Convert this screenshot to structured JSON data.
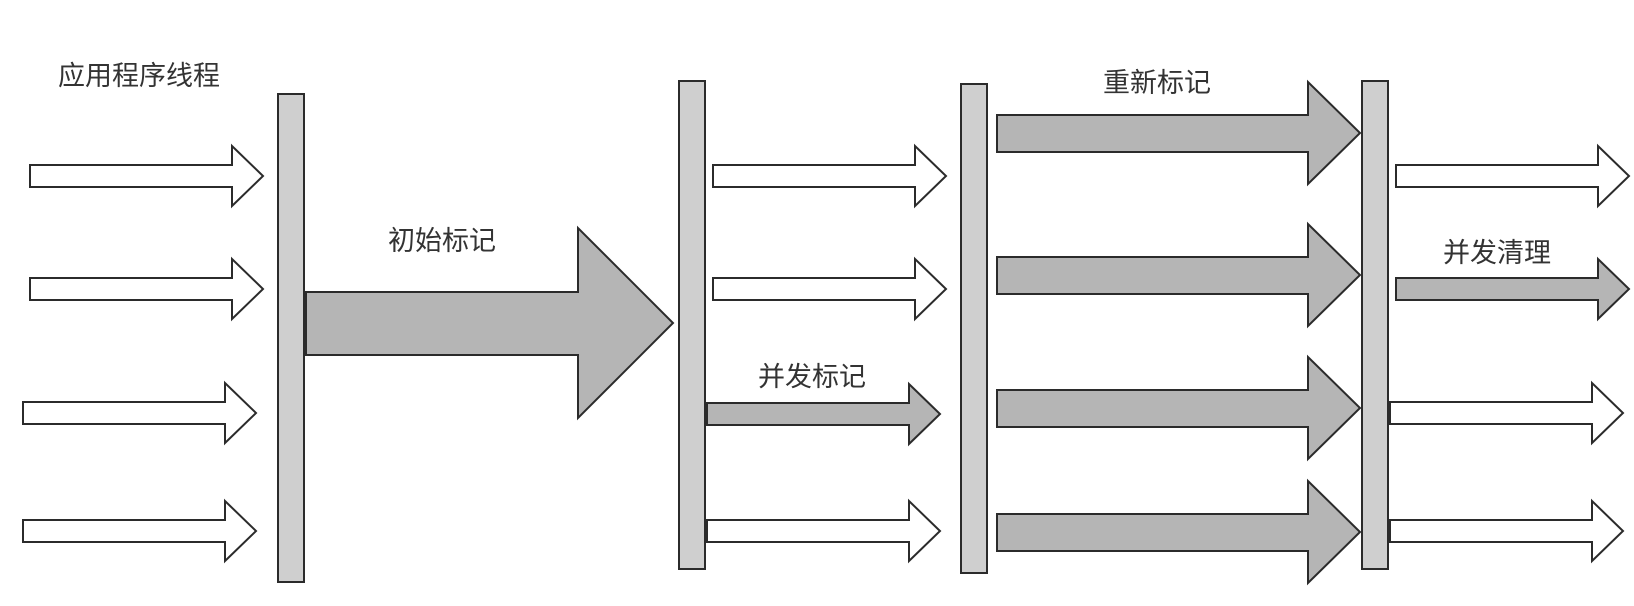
{
  "labels": {
    "app_threads": "应用程序线程",
    "initial_mark": "初始标记",
    "concurrent_mark": "并发标记",
    "remark": "重新标记",
    "concurrent_sweep": "并发清理"
  },
  "colors": {
    "bar_fill": "#cfcfcf",
    "gray_arrow_fill": "#b5b5b5",
    "white_arrow_fill": "#ffffff",
    "outline": "#2b2b2b",
    "text": "#333333"
  },
  "phases": [
    {
      "label_key": "app_threads",
      "kind": "app-thread",
      "arrow_style": "white",
      "thread_count": 4
    },
    {
      "label_key": "initial_mark",
      "kind": "gc-single-thread",
      "arrow_style": "gray",
      "thread_count": 1
    },
    {
      "label_key": "concurrent_mark",
      "kind": "mixed",
      "arrow_style": "white+gray",
      "thread_count": 4
    },
    {
      "label_key": "remark",
      "kind": "gc-parallel",
      "arrow_style": "gray",
      "thread_count": 4
    },
    {
      "label_key": "concurrent_sweep",
      "kind": "mixed",
      "arrow_style": "white+gray",
      "thread_count": 4
    }
  ],
  "safepoint_bars": 4
}
